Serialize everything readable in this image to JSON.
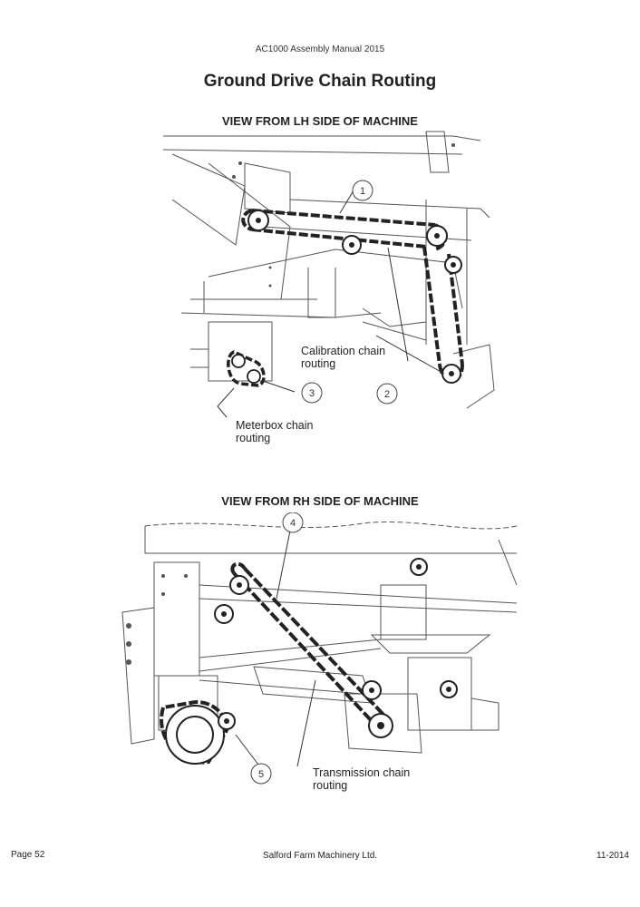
{
  "header": "AC1000 Assembly Manual 2015",
  "title": "Ground Drive Chain Routing",
  "view_lh": {
    "title": "VIEW FROM LH SIDE OF MACHINE",
    "calibration_label_1": "Calibration chain",
    "calibration_label_2": "routing",
    "meterbox_label_1": "Meterbox chain",
    "meterbox_label_2": "routing",
    "callouts": [
      "1",
      "2",
      "3"
    ]
  },
  "view_rh": {
    "title": "VIEW FROM RH SIDE OF MACHINE",
    "transmission_label_1": "Transmission chain",
    "transmission_label_2": "routing",
    "callouts": [
      "4",
      "5"
    ]
  },
  "footer": {
    "page": "Page 52",
    "company": "Salford Farm Machinery Ltd.",
    "date": "11-2014"
  }
}
